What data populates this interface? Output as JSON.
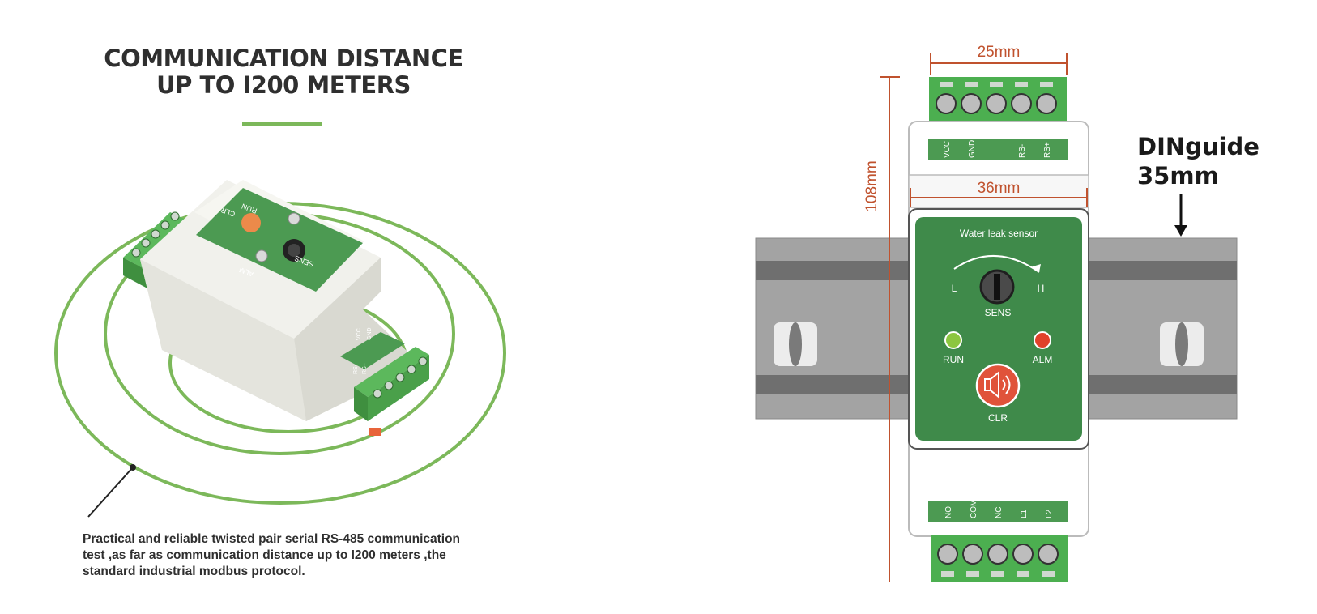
{
  "headline": {
    "line1": "COMMUNICATION DISTANCE",
    "line2": "UP TO I200 METERS"
  },
  "description": {
    "line1": "Practical and reliable twisted pair serial RS-485 communication",
    "line2": "test ,as far as communication distance up to I200 meters ,the",
    "line3": "standard industrial modbus protocol."
  },
  "device_3d": {
    "panel_labels": [
      "RUN",
      "CLR",
      "SENS",
      "ALM"
    ],
    "terminal_labels": [
      "VCC",
      "GND",
      "RS-",
      "RS+"
    ]
  },
  "dimensions": {
    "top_width": "25mm",
    "body_width": "36mm",
    "height": "108mm"
  },
  "din_rail": {
    "line1": "DINguide",
    "line2": "35mm"
  },
  "front_panel": {
    "title": "Water leak sensor",
    "knob_low": "L",
    "knob_high": "H",
    "knob_label": "SENS",
    "run_label": "RUN",
    "alm_label": "ALM",
    "clr_label": "CLR"
  },
  "top_terminals": [
    "VCC",
    "GND",
    "",
    "RS-",
    "RS+"
  ],
  "bottom_terminals": [
    "NO",
    "COM",
    "NC",
    "L1",
    "L2"
  ],
  "colors": {
    "accent_green": "#7cb85a",
    "panel_green": "#3f8a4a",
    "terminal_green": "#4caf50",
    "dimension_red": "#c0522e",
    "alarm_red": "#e0412a",
    "run_green": "#8cc63f",
    "rail_gray": "#9a9a9a"
  }
}
